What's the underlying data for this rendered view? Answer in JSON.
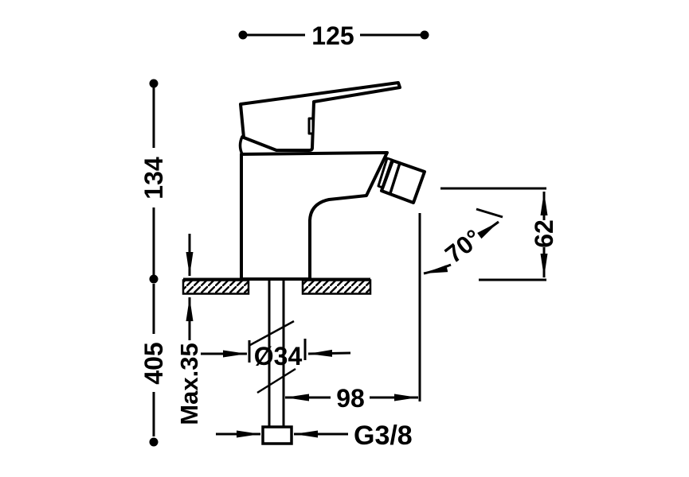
{
  "dims": {
    "overall_width": "125",
    "body_height": "134",
    "under_counter_depth": "405",
    "max_deck_thickness": "Max.35",
    "hole_diameter": "Ø34",
    "spout_projection": "98",
    "inlet_thread": "G3/8",
    "outlet_height": "62",
    "spout_angle": "70°"
  },
  "colors": {
    "line": "#000000",
    "background": "#ffffff"
  }
}
